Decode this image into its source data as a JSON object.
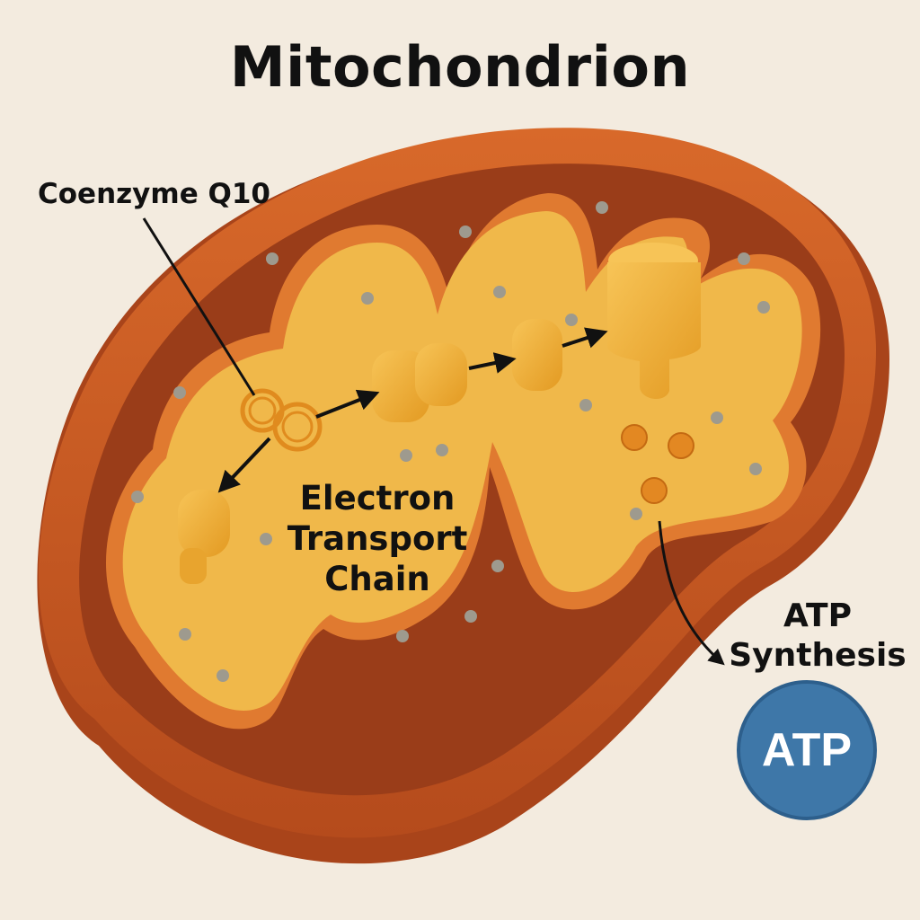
{
  "title": "Mitochondrion",
  "labels": {
    "coenzyme": "Coenzyme Q10",
    "etc": [
      "Electron",
      "Transport",
      "Chain"
    ],
    "atp_synthesis": [
      "ATP",
      "Synthesis"
    ],
    "atp_badge": "ATP"
  },
  "colors": {
    "background": "#f3ebdf",
    "outer_membrane": "#c95a22",
    "intermembrane": "#9a3d19",
    "inner_membrane": "#e07a30",
    "matrix": "#f0b84a",
    "protein": "#f2b23a",
    "granule": "#9e9a8e",
    "atp_badge": "#3e77a8"
  }
}
